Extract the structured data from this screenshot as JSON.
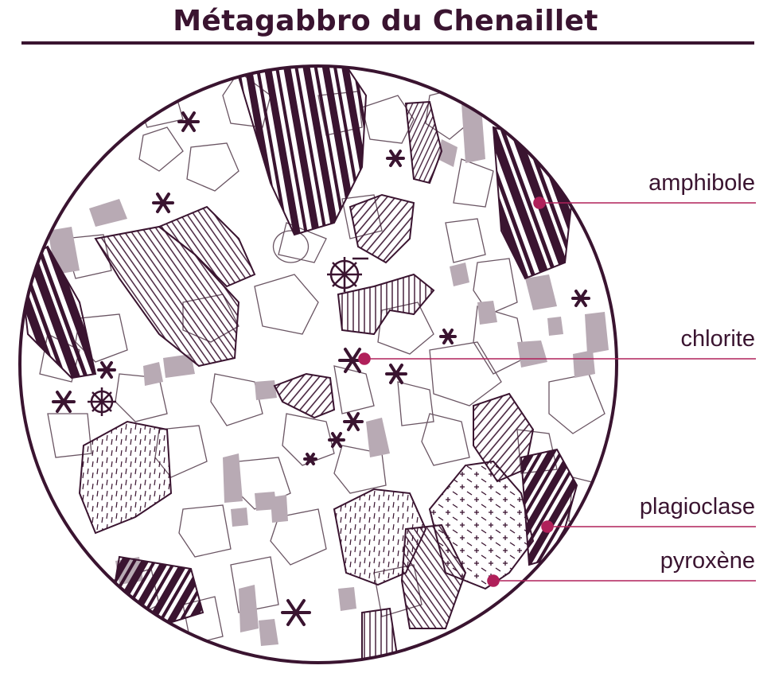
{
  "title": "Métagabbro du Chenaillet",
  "labels": {
    "amphibole": "amphibole",
    "chlorite": "chlorite",
    "plagioclase": "plagioclase",
    "pyroxene": "pyroxène"
  },
  "colors": {
    "ink": "#3a1430",
    "leader": "#b0205a",
    "grey_mineral": "#b8aab4",
    "grain_outline": "#6a5563"
  }
}
